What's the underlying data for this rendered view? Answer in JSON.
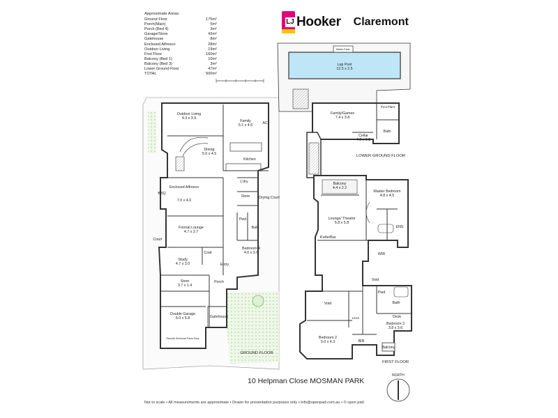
{
  "areas": {
    "heading": "Approximate Areas:",
    "rows": [
      {
        "label": "Ground Floor",
        "value": "175m²"
      },
      {
        "label": "Porch(Main)",
        "value": "5m²"
      },
      {
        "label": "Porch (Bed 4)",
        "value": "3m²"
      },
      {
        "label": "Garage/Store",
        "value": "42m²"
      },
      {
        "label": "Gatehouse",
        "value": "8m²"
      },
      {
        "label": "Enclosed Alfresco",
        "value": "28m²"
      },
      {
        "label": "Outdoor Living",
        "value": "19m²"
      },
      {
        "label": "First Floor",
        "value": "160m²"
      },
      {
        "label": "Balcony (Bed 1)",
        "value": "10m²"
      },
      {
        "label": "Balcony (Bed 3)",
        "value": "3m²"
      },
      {
        "label": "Lower Ground Floor",
        "value": "47m²"
      },
      {
        "label": "TOTAL",
        "value": "500m²"
      }
    ]
  },
  "brand": {
    "logo_initials": "LJ",
    "name": "Hooker",
    "office": "Claremont",
    "colors": {
      "pink": "#e4007c",
      "yellow": "#f7c600"
    }
  },
  "address": "10 Helpman Close MOSMAN PARK",
  "footer": "Not to scale  •  All measurements are approximate  •  Drawn for presentation purposes only  •  info@openpad.com.au  •  © open pad",
  "north": "NORTH",
  "floors": {
    "ground": "GROUND FLOOR",
    "first": "FIRST FLOOR",
    "lower": "LOWER GROUND FLOOR"
  },
  "rooms": {
    "outdoor_living": {
      "name": "Outdoor Living",
      "dims": "4.3 x 3.9"
    },
    "family": {
      "name": "Family",
      "dims": "5.1 x 4.6"
    },
    "dining": {
      "name": "Dining",
      "dims": "5.0 x 4.5"
    },
    "kitchen": {
      "name": "Kitchen"
    },
    "enclosed_alfresco": {
      "name": "Enclosed Alfresco",
      "dims": "7.0 x 4.0"
    },
    "lndry": {
      "name": "L'dry"
    },
    "store_g": {
      "name": "Store"
    },
    "drying_court": {
      "name": "Drying Court"
    },
    "formal_lounge": {
      "name": "Formal Lounge",
      "dims": "4.7 x 3.7"
    },
    "pwd": {
      "name": "Pwd"
    },
    "bath_g": {
      "name": "Bath"
    },
    "bedroom4": {
      "name": "Bedroom 4",
      "dims": "4.0 x 3.6"
    },
    "court": {
      "name": "Court"
    },
    "study": {
      "name": "Study",
      "dims": "4.7 x 3.0"
    },
    "coat": {
      "name": "Coat"
    },
    "entry": {
      "name": "Entry"
    },
    "store_garage": {
      "name": "Store",
      "dims": "3.7 x 1.4"
    },
    "porch": {
      "name": "Porch"
    },
    "double_garage": {
      "name": "Double Garage",
      "dims": "6.0 x 5.8"
    },
    "gatehouse": {
      "name": "Gatehouse"
    },
    "garage_door": {
      "name": "Remote Sectional Panel Door"
    },
    "bbq": {
      "name": "BBQ"
    },
    "lap_pool": {
      "name": "Lap Pool",
      "dims": "12.5 x 2.5"
    },
    "water_feat": {
      "name": "Water Feat."
    },
    "family_games": {
      "name": "Family/Games",
      "dims": "7.4 x 3.8"
    },
    "pool_plant": {
      "name": "Pool Plant"
    },
    "bath_l": {
      "name": "Bath"
    },
    "cellar": {
      "name": "Cellar",
      "dims": "4.0 x 1.2"
    },
    "balcony1": {
      "name": "Balcony",
      "dims": "4.4 x 2.2"
    },
    "master_bed": {
      "name": "Master Bedroom",
      "dims": "4.8 x 4.5"
    },
    "lounge_theatre": {
      "name": "Lounge/ Theatre",
      "dims": "5.8 x 5.8"
    },
    "ens": {
      "name": "ENS"
    },
    "kitt_bar": {
      "name": "K'ette/Bar"
    },
    "wir": {
      "name": "WIR"
    },
    "void1": {
      "name": "Void"
    },
    "void2": {
      "name": "Void"
    },
    "linen": {
      "name": "Linen"
    },
    "pwd_f": {
      "name": "Pwd"
    },
    "bath_f": {
      "name": "Bath"
    },
    "desk": {
      "name": "Desk"
    },
    "bedroom2": {
      "name": "Bedroom 2",
      "dims": "5.0 x 4.3"
    },
    "bedroom3": {
      "name": "Bedroom 3",
      "dims": "3.8 x 3.6"
    },
    "balcony3": {
      "name": "Balcony"
    },
    "bir": {
      "name": "BIR"
    },
    "ac": {
      "name": "AC"
    }
  }
}
